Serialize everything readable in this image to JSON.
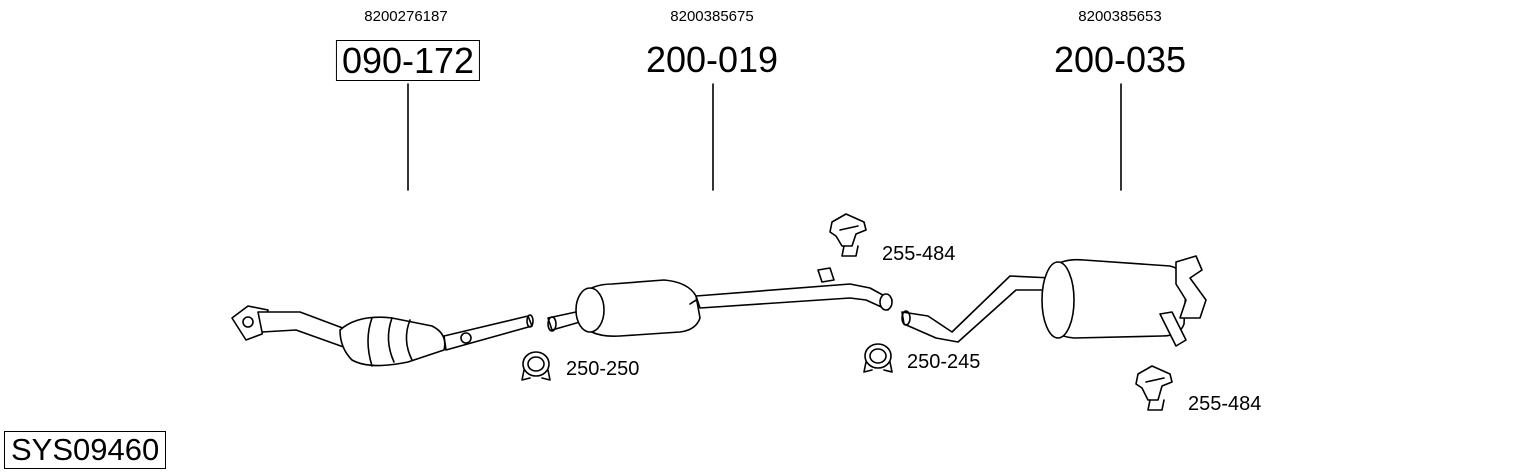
{
  "system_code": "SYS09460",
  "parts": [
    {
      "oem": "8200276187",
      "part_no": "090-172",
      "boxed": true
    },
    {
      "oem": "8200385675",
      "part_no": "200-019",
      "boxed": false
    },
    {
      "oem": "8200385653",
      "part_no": "200-035",
      "boxed": false
    }
  ],
  "accessories": [
    {
      "label": "250-250",
      "type": "clamp"
    },
    {
      "label": "250-245",
      "type": "clamp"
    },
    {
      "label": "255-484",
      "type": "rubber-hanger"
    },
    {
      "label": "255-484",
      "type": "rubber-hanger"
    }
  ]
}
